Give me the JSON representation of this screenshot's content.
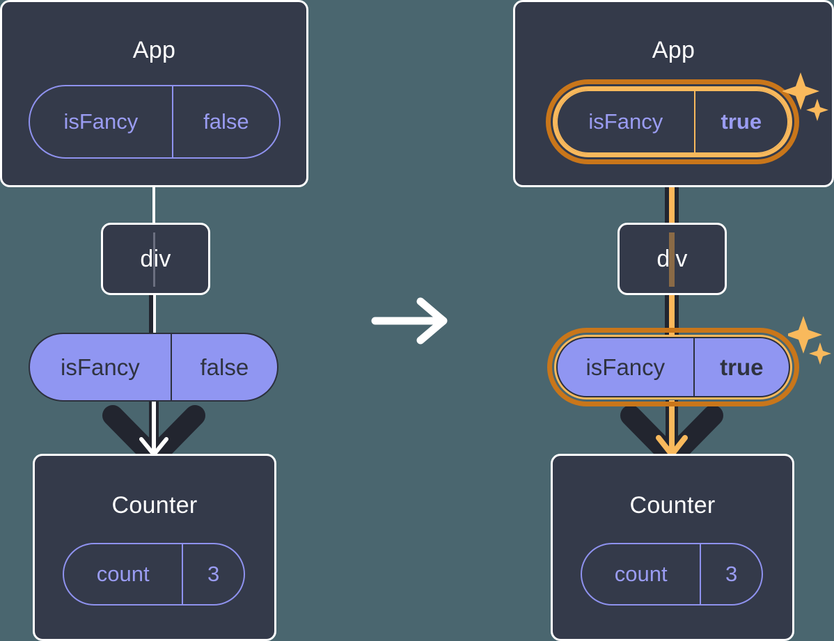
{
  "diagram": {
    "title_before": "App",
    "title_after": "App",
    "background_color": "#4a666f",
    "box_color": "#343a4a",
    "pill_color": "#9096f2",
    "highlight_color": "#f9b95c",
    "highlight_dark_color": "#c9761a",
    "accent_text_color": "#9a9cf2"
  },
  "before": {
    "app": {
      "title": "App",
      "state": {
        "key": "isFancy",
        "value": "false",
        "highlighted": false
      }
    },
    "div": {
      "label": "div"
    },
    "prop": {
      "key": "isFancy",
      "value": "false",
      "highlighted": false
    },
    "counter": {
      "title": "Counter",
      "state": {
        "key": "count",
        "value": "3"
      }
    }
  },
  "after": {
    "app": {
      "title": "App",
      "state": {
        "key": "isFancy",
        "value": "true",
        "highlighted": true
      }
    },
    "div": {
      "label": "div"
    },
    "prop": {
      "key": "isFancy",
      "value": "true",
      "highlighted": true
    },
    "counter": {
      "title": "Counter",
      "state": {
        "key": "count",
        "value": "3"
      }
    }
  },
  "transition": {
    "icon": "arrow-right-icon"
  },
  "sparkle_icon": "sparkles-icon"
}
